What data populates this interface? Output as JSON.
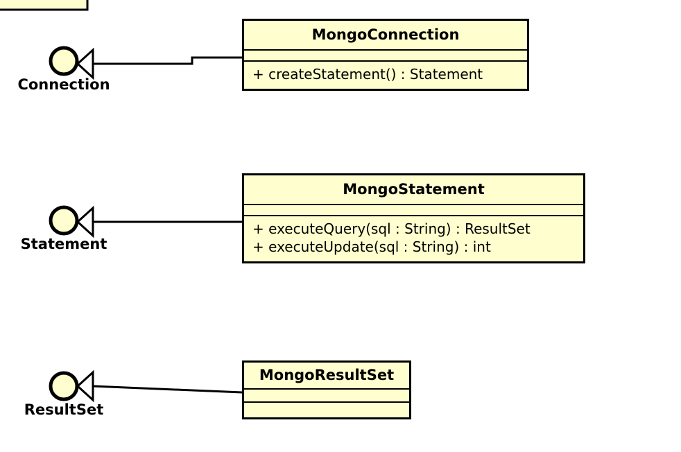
{
  "diagram": {
    "type": "uml-class-diagram",
    "background_color": "#ffffff",
    "class_fill_color": "#FEFECE",
    "class_border_color": "#000000",
    "line_color": "#000000",
    "classes": [
      {
        "name": "MongoConnection",
        "attributes": [],
        "methods": [
          "+ createStatement() : Statement"
        ]
      },
      {
        "name": "MongoStatement",
        "attributes": [],
        "methods": [
          "+ executeQuery(sql : String) : ResultSet",
          "+ executeUpdate(sql : String) : int"
        ]
      },
      {
        "name": "MongoResultSet",
        "attributes": [],
        "methods": []
      }
    ],
    "interfaces": [
      {
        "name": "Connection",
        "realized_by": "MongoConnection"
      },
      {
        "name": "Statement",
        "realized_by": "MongoStatement"
      },
      {
        "name": "ResultSet",
        "realized_by": "MongoResultSet"
      }
    ],
    "relationships": [
      {
        "type": "realization",
        "source": "MongoConnection",
        "target": "Connection"
      },
      {
        "type": "realization",
        "source": "MongoStatement",
        "target": "Statement"
      },
      {
        "type": "realization",
        "source": "MongoResultSet",
        "target": "ResultSet"
      }
    ]
  }
}
